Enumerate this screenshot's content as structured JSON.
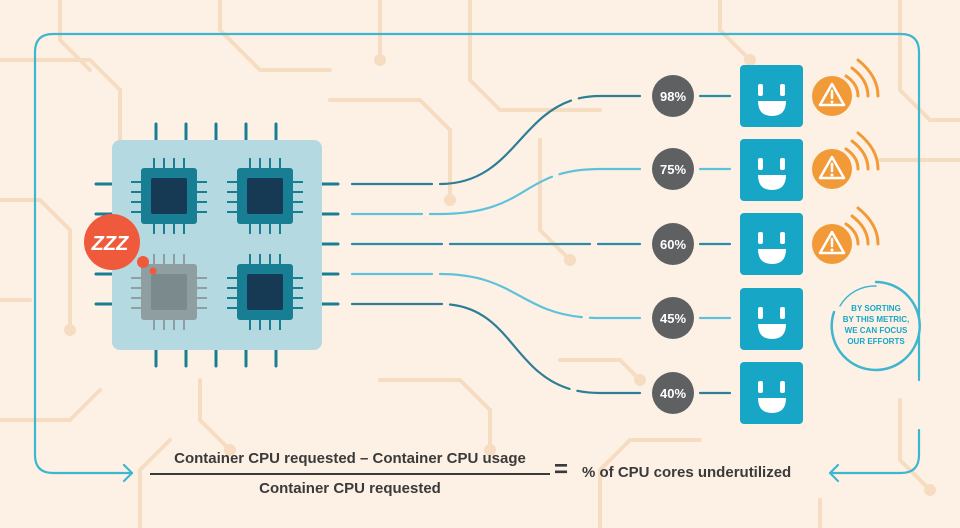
{
  "colors": {
    "background": "#fdf1e6",
    "frame": "#3fb6cf",
    "board": "#b5d9e0",
    "chip_body": "#177e93",
    "chip_core": "#163a53",
    "idle_chip": "#8f9ea1",
    "face": "#18a6c7",
    "pct_circle": "#5f6062",
    "warn": "#f29a38",
    "zzz": "#ef5a3c"
  },
  "icons": {
    "idle": "zzz-sleep-icon",
    "face": "smiley-face-icon",
    "alert": "warning-icon"
  },
  "zzz": "ZZZ",
  "rows": [
    {
      "pct": "98%",
      "warning": true
    },
    {
      "pct": "75%",
      "warning": true
    },
    {
      "pct": "60%",
      "warning": true
    },
    {
      "pct": "45%",
      "warning": false
    },
    {
      "pct": "40%",
      "warning": false
    }
  ],
  "badge": {
    "line1": "BY SORTING",
    "line2": "BY THIS METRIC,",
    "line3": "WE CAN FOCUS",
    "line4": "OUR EFFORTS"
  },
  "formula": {
    "numerator": "Container CPU requested – Container CPU usage",
    "denominator": "Container CPU requested",
    "equals": "=",
    "result": "% of CPU cores underutilized"
  }
}
